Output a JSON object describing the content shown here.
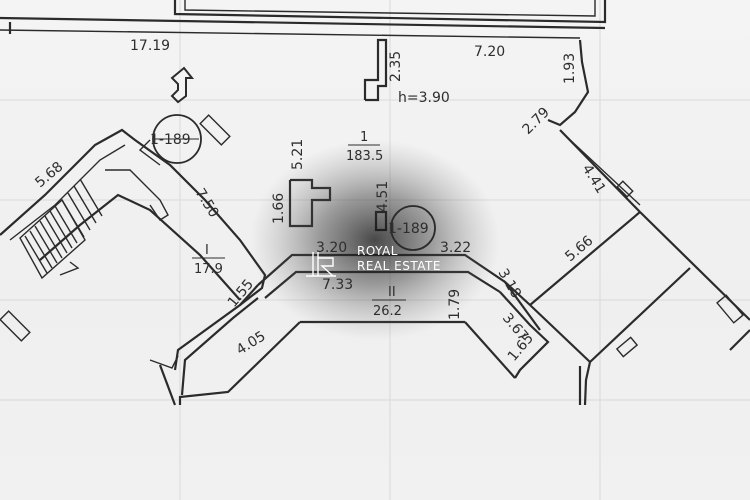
{
  "plan": {
    "dimensions": {
      "top_left_length": "17.19",
      "niche_depth": "2.35",
      "top_right_length": "7.20",
      "right_small": "1.93",
      "right_diag": "2.79",
      "room_width": "5.21",
      "left_diag": "5.68",
      "stair_diag": "7.50",
      "height_label": "h=3.90",
      "corridor_left": "3.20",
      "corridor_right": "3.22",
      "corridor_mid": "7.33",
      "vertical_mid": "4.51",
      "right_wing_diag": "4.41",
      "right_room_width": "5.66",
      "right_side": "3.18",
      "column_width": "1.66",
      "vertical_small": "1.79",
      "bottom_left_diag": "1.55",
      "bottom_left_long": "4.05",
      "bottom_right_a": "3.67",
      "bottom_right_b": "1.65"
    },
    "room_ids": {
      "left": "1-189",
      "center": "1-189"
    },
    "areas": {
      "main_hall": "183.5",
      "left_room": "17.9",
      "corridor": "26.2"
    },
    "area_markers": {
      "main_hall": "1",
      "left_room": "I",
      "corridor": "II"
    }
  },
  "watermark": {
    "line1": "ROYAL",
    "line2": "REAL ESTATE"
  }
}
